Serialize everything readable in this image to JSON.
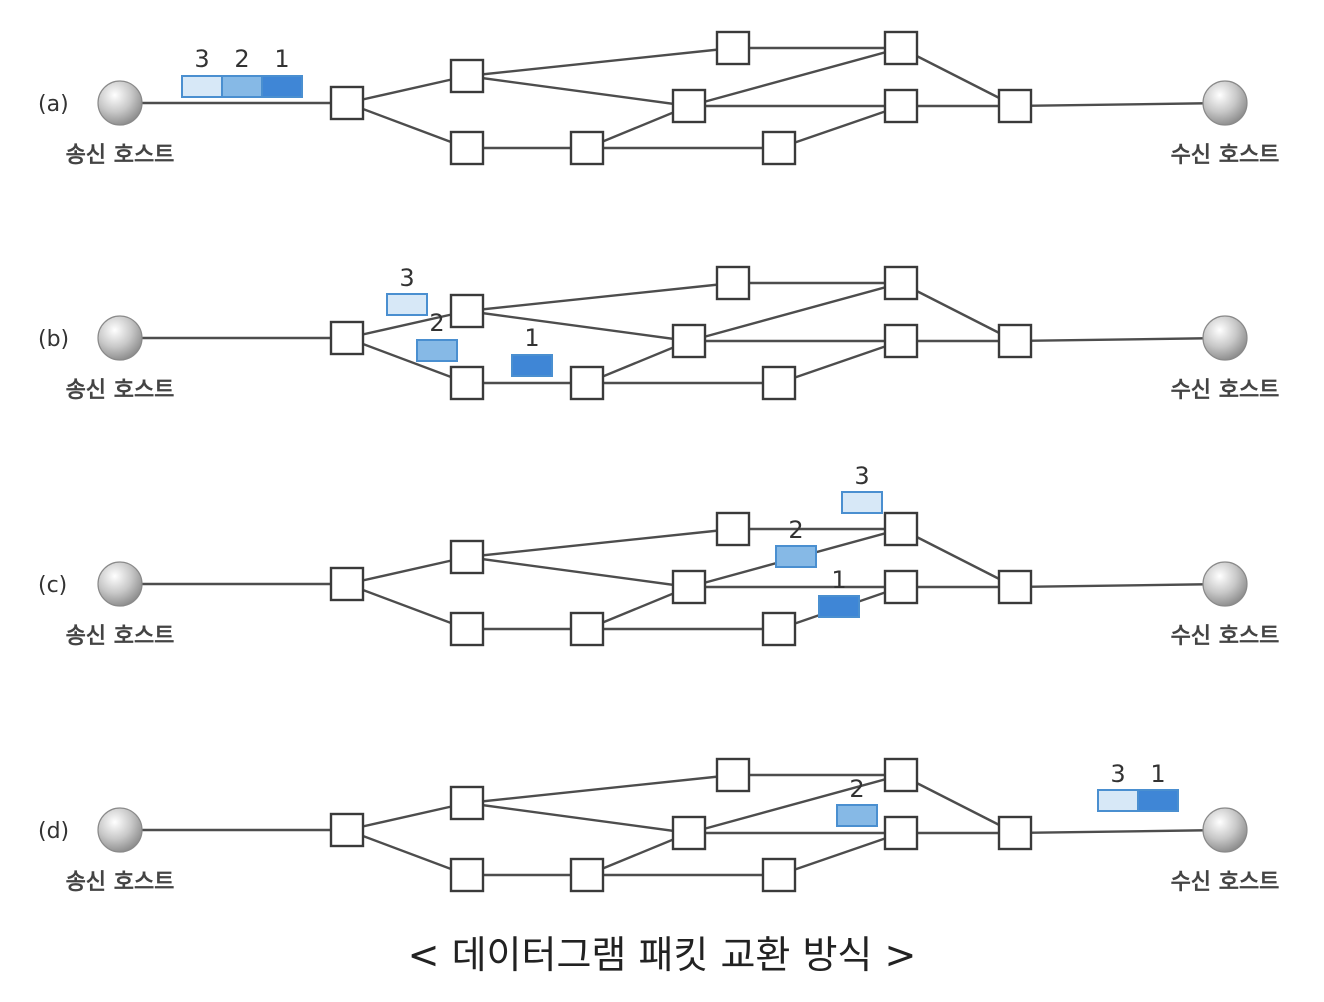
{
  "caption": "< 데이터그램 패킷 교환 방식 >",
  "colors": {
    "packet_1": "#3f86d6",
    "packet_2": "#86b9e6",
    "packet_3": "#d7e8f7",
    "link": "#4d4d4d",
    "node_stroke": "#3a3a3a",
    "host_fill": "#c8c8c8"
  },
  "panels": [
    {
      "id": "a",
      "label": "(a)",
      "sender": "송신 호스트",
      "receiver": "수신 호스트",
      "packets": [
        {
          "num": "3",
          "shade": "packet_3"
        },
        {
          "num": "2",
          "shade": "packet_2"
        },
        {
          "num": "1",
          "shade": "packet_1"
        }
      ]
    },
    {
      "id": "b",
      "label": "(b)",
      "sender": "송신 호스트",
      "receiver": "수신 호스트",
      "packets": [
        {
          "num": "3",
          "shade": "packet_3"
        },
        {
          "num": "2",
          "shade": "packet_2"
        },
        {
          "num": "1",
          "shade": "packet_1"
        }
      ]
    },
    {
      "id": "c",
      "label": "(c)",
      "sender": "송신 호스트",
      "receiver": "수신 호스트",
      "packets": [
        {
          "num": "3",
          "shade": "packet_3"
        },
        {
          "num": "2",
          "shade": "packet_2"
        },
        {
          "num": "1",
          "shade": "packet_1"
        }
      ]
    },
    {
      "id": "d",
      "label": "(d)",
      "sender": "송신 호스트",
      "receiver": "수신 호스트",
      "packets": [
        {
          "num": "2",
          "shade": "packet_2"
        },
        {
          "num": "3",
          "shade": "packet_3"
        },
        {
          "num": "1",
          "shade": "packet_1"
        }
      ]
    }
  ]
}
